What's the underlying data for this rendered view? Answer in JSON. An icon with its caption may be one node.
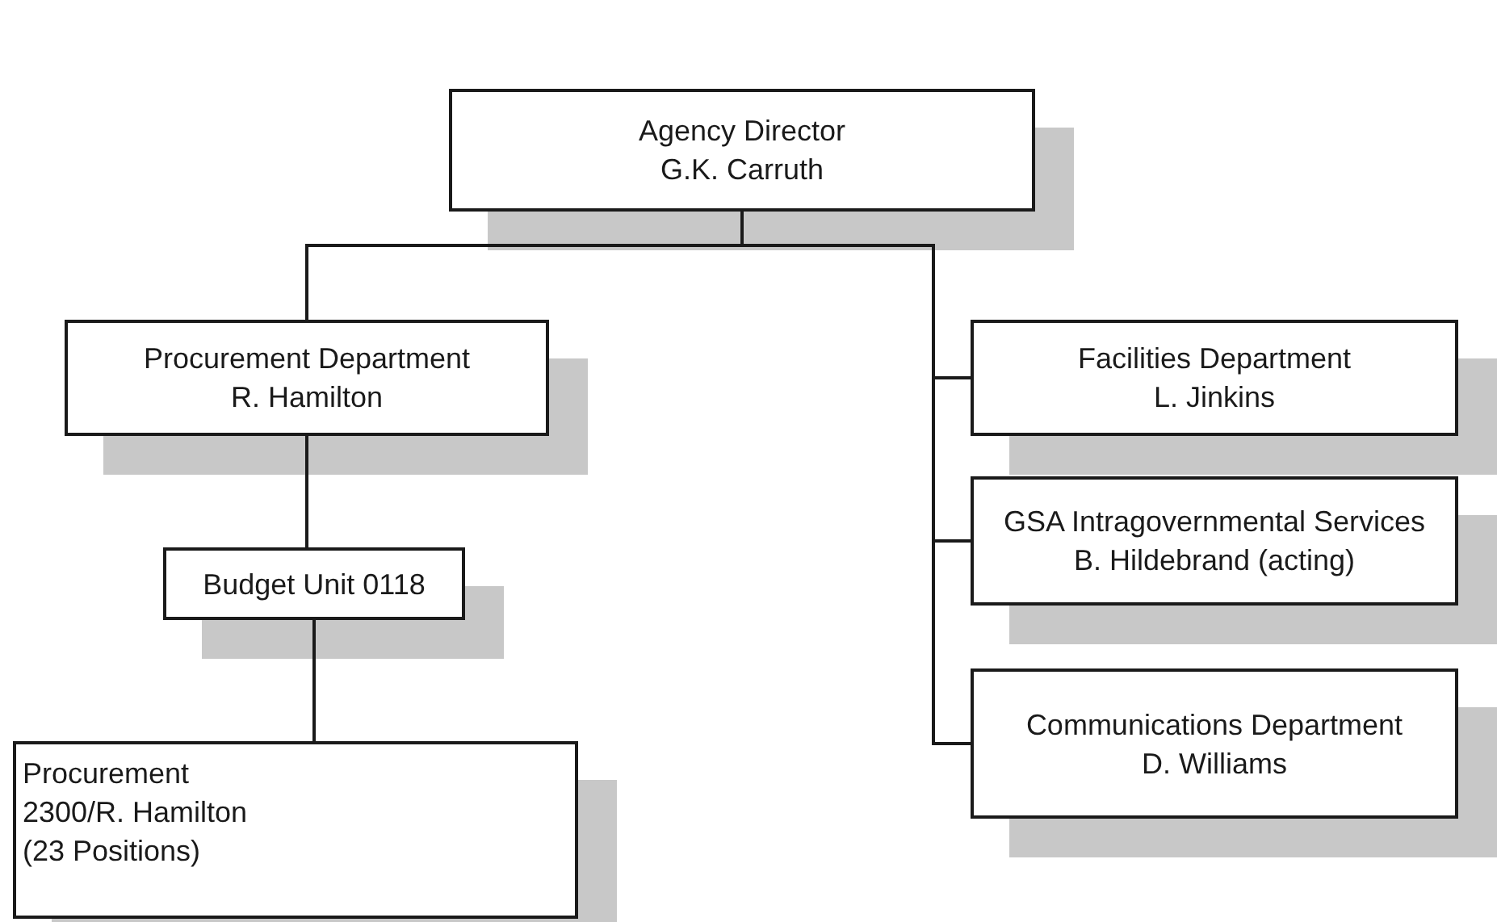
{
  "diagram": {
    "nodes": [
      {
        "text": [
          "Agency Director",
          "G.K. Carruth"
        ]
      },
      {
        "text": [
          "Procurement Department",
          "R. Hamilton"
        ]
      },
      {
        "text": [
          "Budget Unit 0118"
        ]
      },
      {
        "text": [
          "Procurement",
          "2300/R. Hamilton",
          "(23 Positions)"
        ]
      },
      {
        "text": [
          "Facilities Department",
          "L. Jinkins"
        ]
      },
      {
        "text": [
          "GSA Intragovernmental Services",
          "B. Hildebrand (acting)"
        ]
      },
      {
        "text": [
          "Communications Department",
          "D. Williams"
        ]
      }
    ],
    "edges": [
      {
        "from": 0,
        "to": 1,
        "arrow": "none"
      },
      {
        "from": 1,
        "to": 2,
        "arrow": "none"
      },
      {
        "from": 2,
        "to": 3,
        "arrow": "none"
      },
      {
        "from": 0,
        "to": 4,
        "arrow": "none"
      },
      {
        "from": 0,
        "to": 5,
        "arrow": "none"
      },
      {
        "from": 0,
        "to": 6,
        "arrow": "none"
      }
    ]
  }
}
